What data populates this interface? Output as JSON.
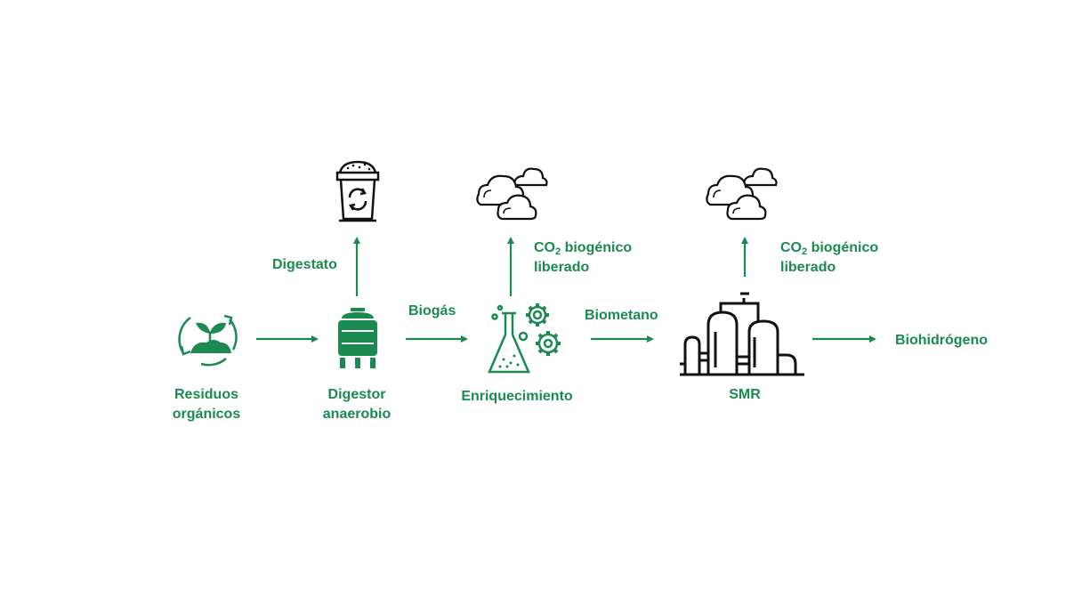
{
  "nodes": {
    "residuos": {
      "line1": "Residuos",
      "line2": "orgánicos",
      "icon": "plant-recycle-icon"
    },
    "digestor": {
      "line1": "Digestor",
      "line2": "anaerobio",
      "icon": "tank-icon"
    },
    "enriquecimiento": {
      "label": "Enriquecimiento",
      "icon": "flask-gears-icon"
    },
    "smr": {
      "label": "SMR",
      "icon": "industrial-plant-icon"
    },
    "biohidrogeno": {
      "label": "Biohidrógeno"
    }
  },
  "outputs": {
    "digestato": {
      "label": "Digestato",
      "icon": "compost-bin-icon"
    },
    "co2_1": {
      "co": "CO",
      "sub": "2",
      "rest": " biogénico",
      "line2": "liberado",
      "icon": "clouds-icon"
    },
    "co2_2": {
      "co": "CO",
      "sub": "2",
      "rest": " biogénico",
      "line2": "liberado",
      "icon": "clouds-icon"
    }
  },
  "edges": {
    "biogas": "Biogás",
    "biometano": "Biometano"
  },
  "colors": {
    "green": "#1a8a50",
    "black": "#111111"
  }
}
